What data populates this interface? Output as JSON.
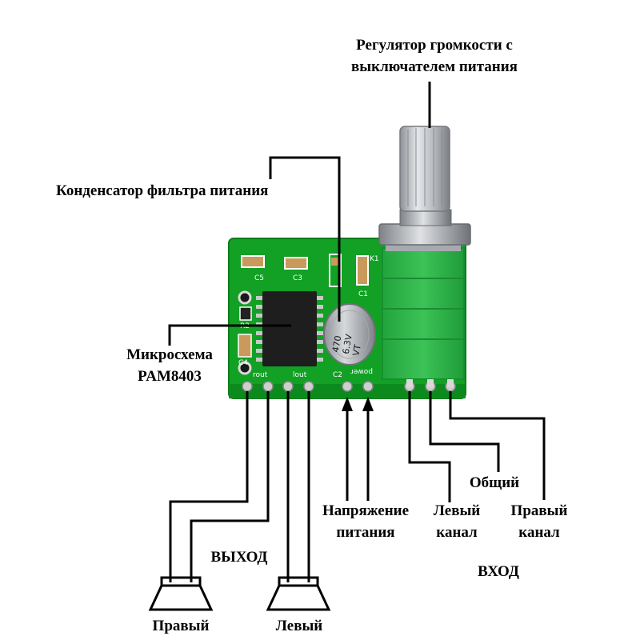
{
  "labels": {
    "volume_regulator": [
      "Регулятор громкости с",
      "выключателем питания"
    ],
    "filter_capacitor": "Конденсатор фильтра питания",
    "chip": [
      "Микросхема",
      "PAM8403"
    ],
    "output": "ВЫХОД",
    "input": "ВХОД",
    "power_supply": [
      "Напряжение",
      "питания"
    ],
    "common": "Общий",
    "left_channel_in": [
      "Левый",
      "канал"
    ],
    "right_channel_in": [
      "Правый",
      "канал"
    ],
    "right_speaker": "Правый",
    "left_speaker": "Левый"
  },
  "board_marks": {
    "c5": "C5",
    "c3": "C3",
    "k1": "K1",
    "c1": "C1",
    "r2": "R2",
    "c4": "C4",
    "c2": "C2",
    "rout": "rout",
    "lout": "lout",
    "power": "power",
    "cap_value_1": "470",
    "cap_value_2": "6.3V",
    "cap_value_3": "VT"
  },
  "colors": {
    "pcb": "#12a025",
    "pcb_dark": "#0c8a1e",
    "silkscreen": "#ffffff",
    "potentiometer_body": "#2fb548",
    "capacitor": "#b9bdc2",
    "chip": "#1e1e1e",
    "knob": "#bfc2c6",
    "wire": "#000000"
  }
}
